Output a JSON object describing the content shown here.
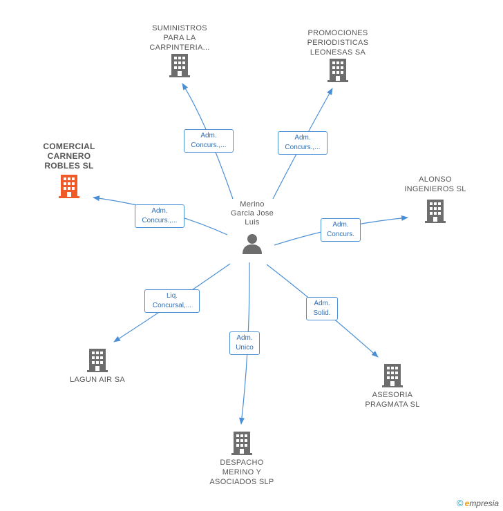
{
  "center": {
    "label": "Merino\nGarcia Jose\nLuis"
  },
  "companies": [
    {
      "id": "suministros",
      "label": "SUMINISTROS\nPARA LA\nCARPINTERIA..."
    },
    {
      "id": "promociones",
      "label": "PROMOCIONES\nPERIODISTICAS\nLEONESAS SA"
    },
    {
      "id": "comercial",
      "label": "COMERCIAL\nCARNERO\nROBLES SL"
    },
    {
      "id": "alonso",
      "label": "ALONSO\nINGENIEROS SL"
    },
    {
      "id": "lagun",
      "label": "LAGUN AIR SA"
    },
    {
      "id": "despacho",
      "label": "DESPACHO\nMERINO Y\nASOCIADOS SLP"
    },
    {
      "id": "asesoria",
      "label": "ASESORIA\nPRAGMATA SL"
    }
  ],
  "relations": [
    {
      "target": "suministros",
      "label": "Adm.\nConcurs.,..."
    },
    {
      "target": "promociones",
      "label": "Adm.\nConcurs.,..."
    },
    {
      "target": "comercial",
      "label": "Adm.\nConcurs.,..."
    },
    {
      "target": "alonso",
      "label": "Adm.\nConcurs."
    },
    {
      "target": "lagun",
      "label": "Liq.\nConcursal,..."
    },
    {
      "target": "despacho",
      "label": "Adm.\nUnico"
    },
    {
      "target": "asesoria",
      "label": "Adm.\nSolid."
    }
  ],
  "colors": {
    "edge": "#4a8fd6",
    "building": "#6d6d6d",
    "highlight_building": "#f05a28",
    "person": "#6d6d6d"
  },
  "icons": {
    "company": "building-icon",
    "person": "person-icon"
  },
  "watermark": {
    "symbol": "©",
    "e": "e",
    "brand": "mpresia"
  }
}
